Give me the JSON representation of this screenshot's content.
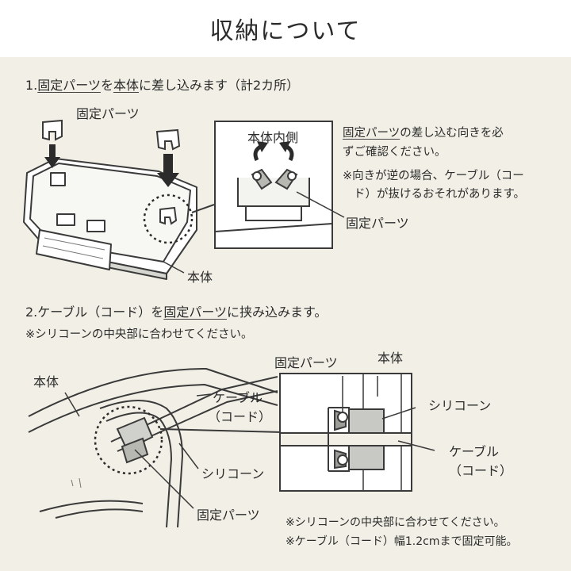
{
  "title": "収納について",
  "step1": {
    "heading": {
      "pre": "1.",
      "p1": "固定パーツ",
      "t1": "を",
      "p2": "本体",
      "t2": "に差し込みます（計2カ所）"
    },
    "label_part_top": "固定パーツ",
    "label_body": "本体",
    "inset_label_inside": "本体内側",
    "inset_label_part": "固定パーツ",
    "note_line1_u": "固定パーツ",
    "note_line1_rest": "の差し込む向きを必",
    "note_line2": "ずご確認ください。",
    "warn_line1": "※向きが逆の場合、ケーブル（コー",
    "warn_line2": "ド）が抜けるおそれがあります。"
  },
  "step2": {
    "heading": {
      "pre": "2.ケーブル（コード）を",
      "p1": "固定パーツ",
      "t1": "に挟み込みます。"
    },
    "sub": "※シリコーンの中央部に合わせてください。",
    "label_body_left": "本体",
    "label_cable_1": "ケーブル",
    "label_cable_2": "（コード）",
    "label_silicone": "シリコーン",
    "label_part": "固定パーツ",
    "inset_label_part": "固定パーツ",
    "inset_label_body": "本体",
    "inset_label_silicone": "シリコーン",
    "inset_label_cable_1": "ケーブル",
    "inset_label_cable_2": "（コード）",
    "foot_note_1": "※シリコーンの中央部に合わせてください。",
    "foot_note_2": "※ケーブル（コード）幅1.2cmまで固定可能。"
  }
}
